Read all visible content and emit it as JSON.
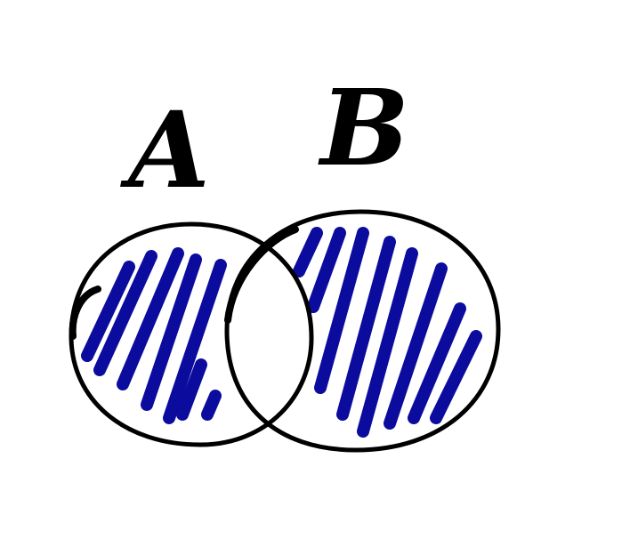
{
  "diagram": {
    "type": "venn",
    "sets": [
      {
        "id": "A",
        "label": "A",
        "shaded": true
      },
      {
        "id": "B",
        "label": "B",
        "shaded": true
      }
    ],
    "intersection": {
      "shaded": false
    },
    "shaded_region": "symmetric-difference"
  },
  "colors": {
    "outline": "#000000",
    "hatch": "#0b0b9e",
    "background": "#ffffff"
  }
}
